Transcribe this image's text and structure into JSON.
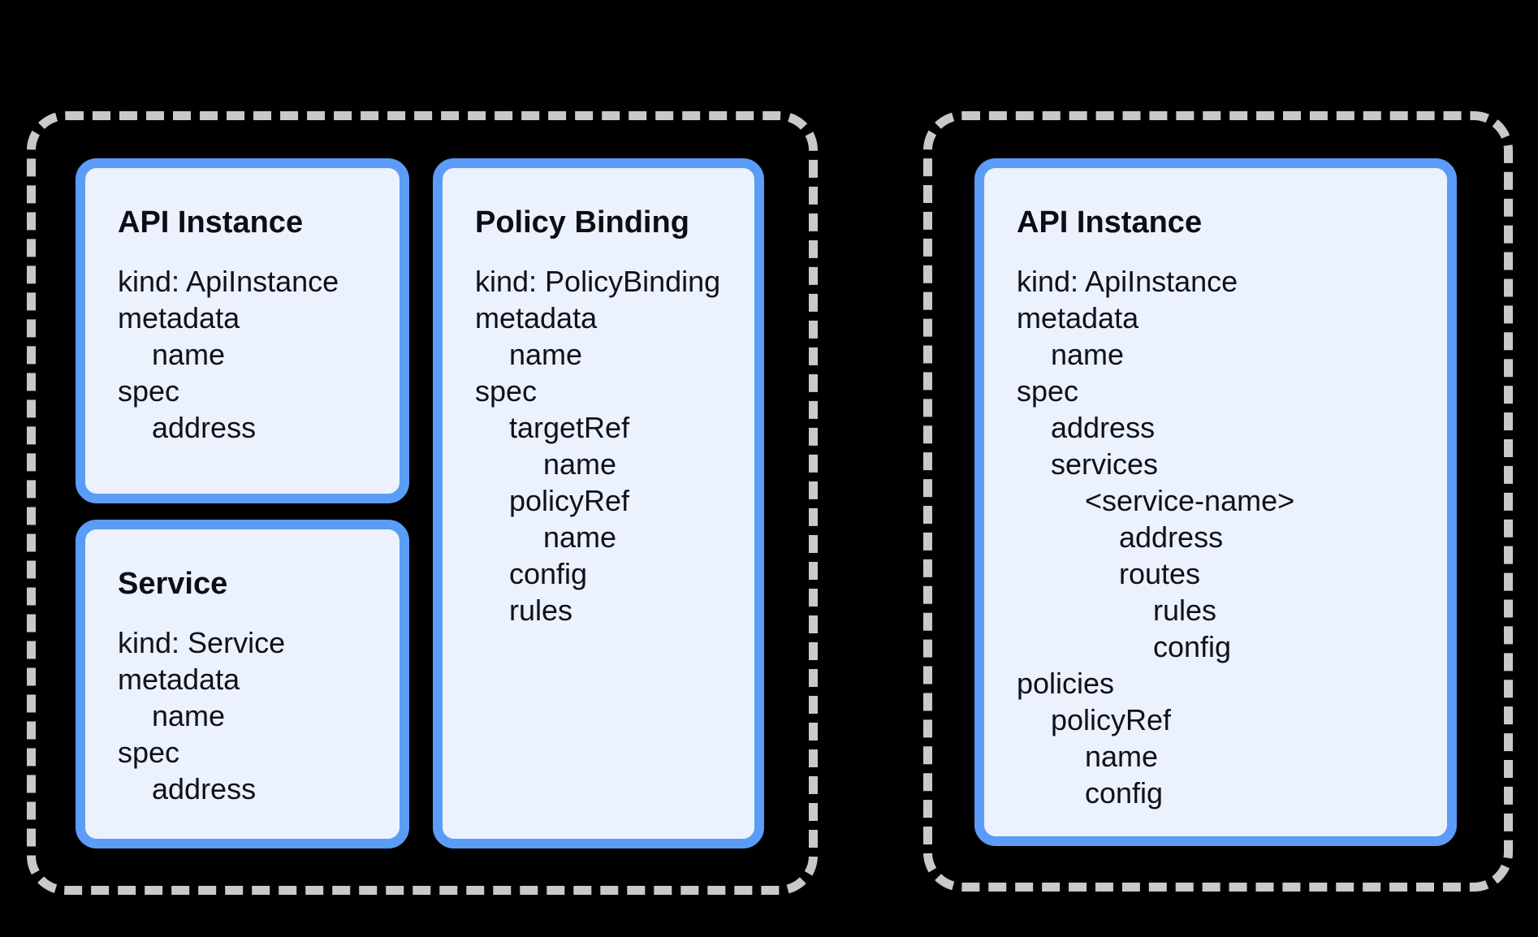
{
  "colors": {
    "background": "#000000",
    "group_dash_border": "#c7c9cb",
    "card_border_blue": "#5a9cf8",
    "card_background": "#ebf1fd",
    "text": "#0e1217"
  },
  "groups": [
    {
      "name": "left-group",
      "cards": [
        {
          "title": "API Instance",
          "lines": [
            {
              "text": "kind: ApiInstance",
              "indent": 0
            },
            {
              "text": "metadata",
              "indent": 0
            },
            {
              "text": "name",
              "indent": 1
            },
            {
              "text": "spec",
              "indent": 0
            },
            {
              "text": "address",
              "indent": 1
            }
          ]
        },
        {
          "title": "Service",
          "lines": [
            {
              "text": "kind: Service",
              "indent": 0
            },
            {
              "text": "metadata",
              "indent": 0
            },
            {
              "text": "name",
              "indent": 1
            },
            {
              "text": "spec",
              "indent": 0
            },
            {
              "text": "address",
              "indent": 1
            }
          ]
        },
        {
          "title": "Policy Binding",
          "lines": [
            {
              "text": "kind: PolicyBinding",
              "indent": 0
            },
            {
              "text": "metadata",
              "indent": 0
            },
            {
              "text": "name",
              "indent": 1
            },
            {
              "text": "spec",
              "indent": 0
            },
            {
              "text": "targetRef",
              "indent": 1
            },
            {
              "text": "name",
              "indent": 2
            },
            {
              "text": "policyRef",
              "indent": 1
            },
            {
              "text": "name",
              "indent": 2
            },
            {
              "text": "config",
              "indent": 1
            },
            {
              "text": "rules",
              "indent": 1
            }
          ]
        }
      ]
    },
    {
      "name": "right-group",
      "cards": [
        {
          "title": "API Instance",
          "lines": [
            {
              "text": "kind: ApiInstance",
              "indent": 0
            },
            {
              "text": "metadata",
              "indent": 0
            },
            {
              "text": "name",
              "indent": 1
            },
            {
              "text": "spec",
              "indent": 0
            },
            {
              "text": "address",
              "indent": 1
            },
            {
              "text": "services",
              "indent": 1
            },
            {
              "text": "<service-name>",
              "indent": 2
            },
            {
              "text": "address",
              "indent": 3
            },
            {
              "text": "routes",
              "indent": 3
            },
            {
              "text": "rules",
              "indent": 4
            },
            {
              "text": "config",
              "indent": 4
            },
            {
              "text": "policies",
              "indent": 0
            },
            {
              "text": "policyRef",
              "indent": 1
            },
            {
              "text": "name",
              "indent": 2
            },
            {
              "text": "config",
              "indent": 2
            }
          ]
        }
      ]
    }
  ]
}
